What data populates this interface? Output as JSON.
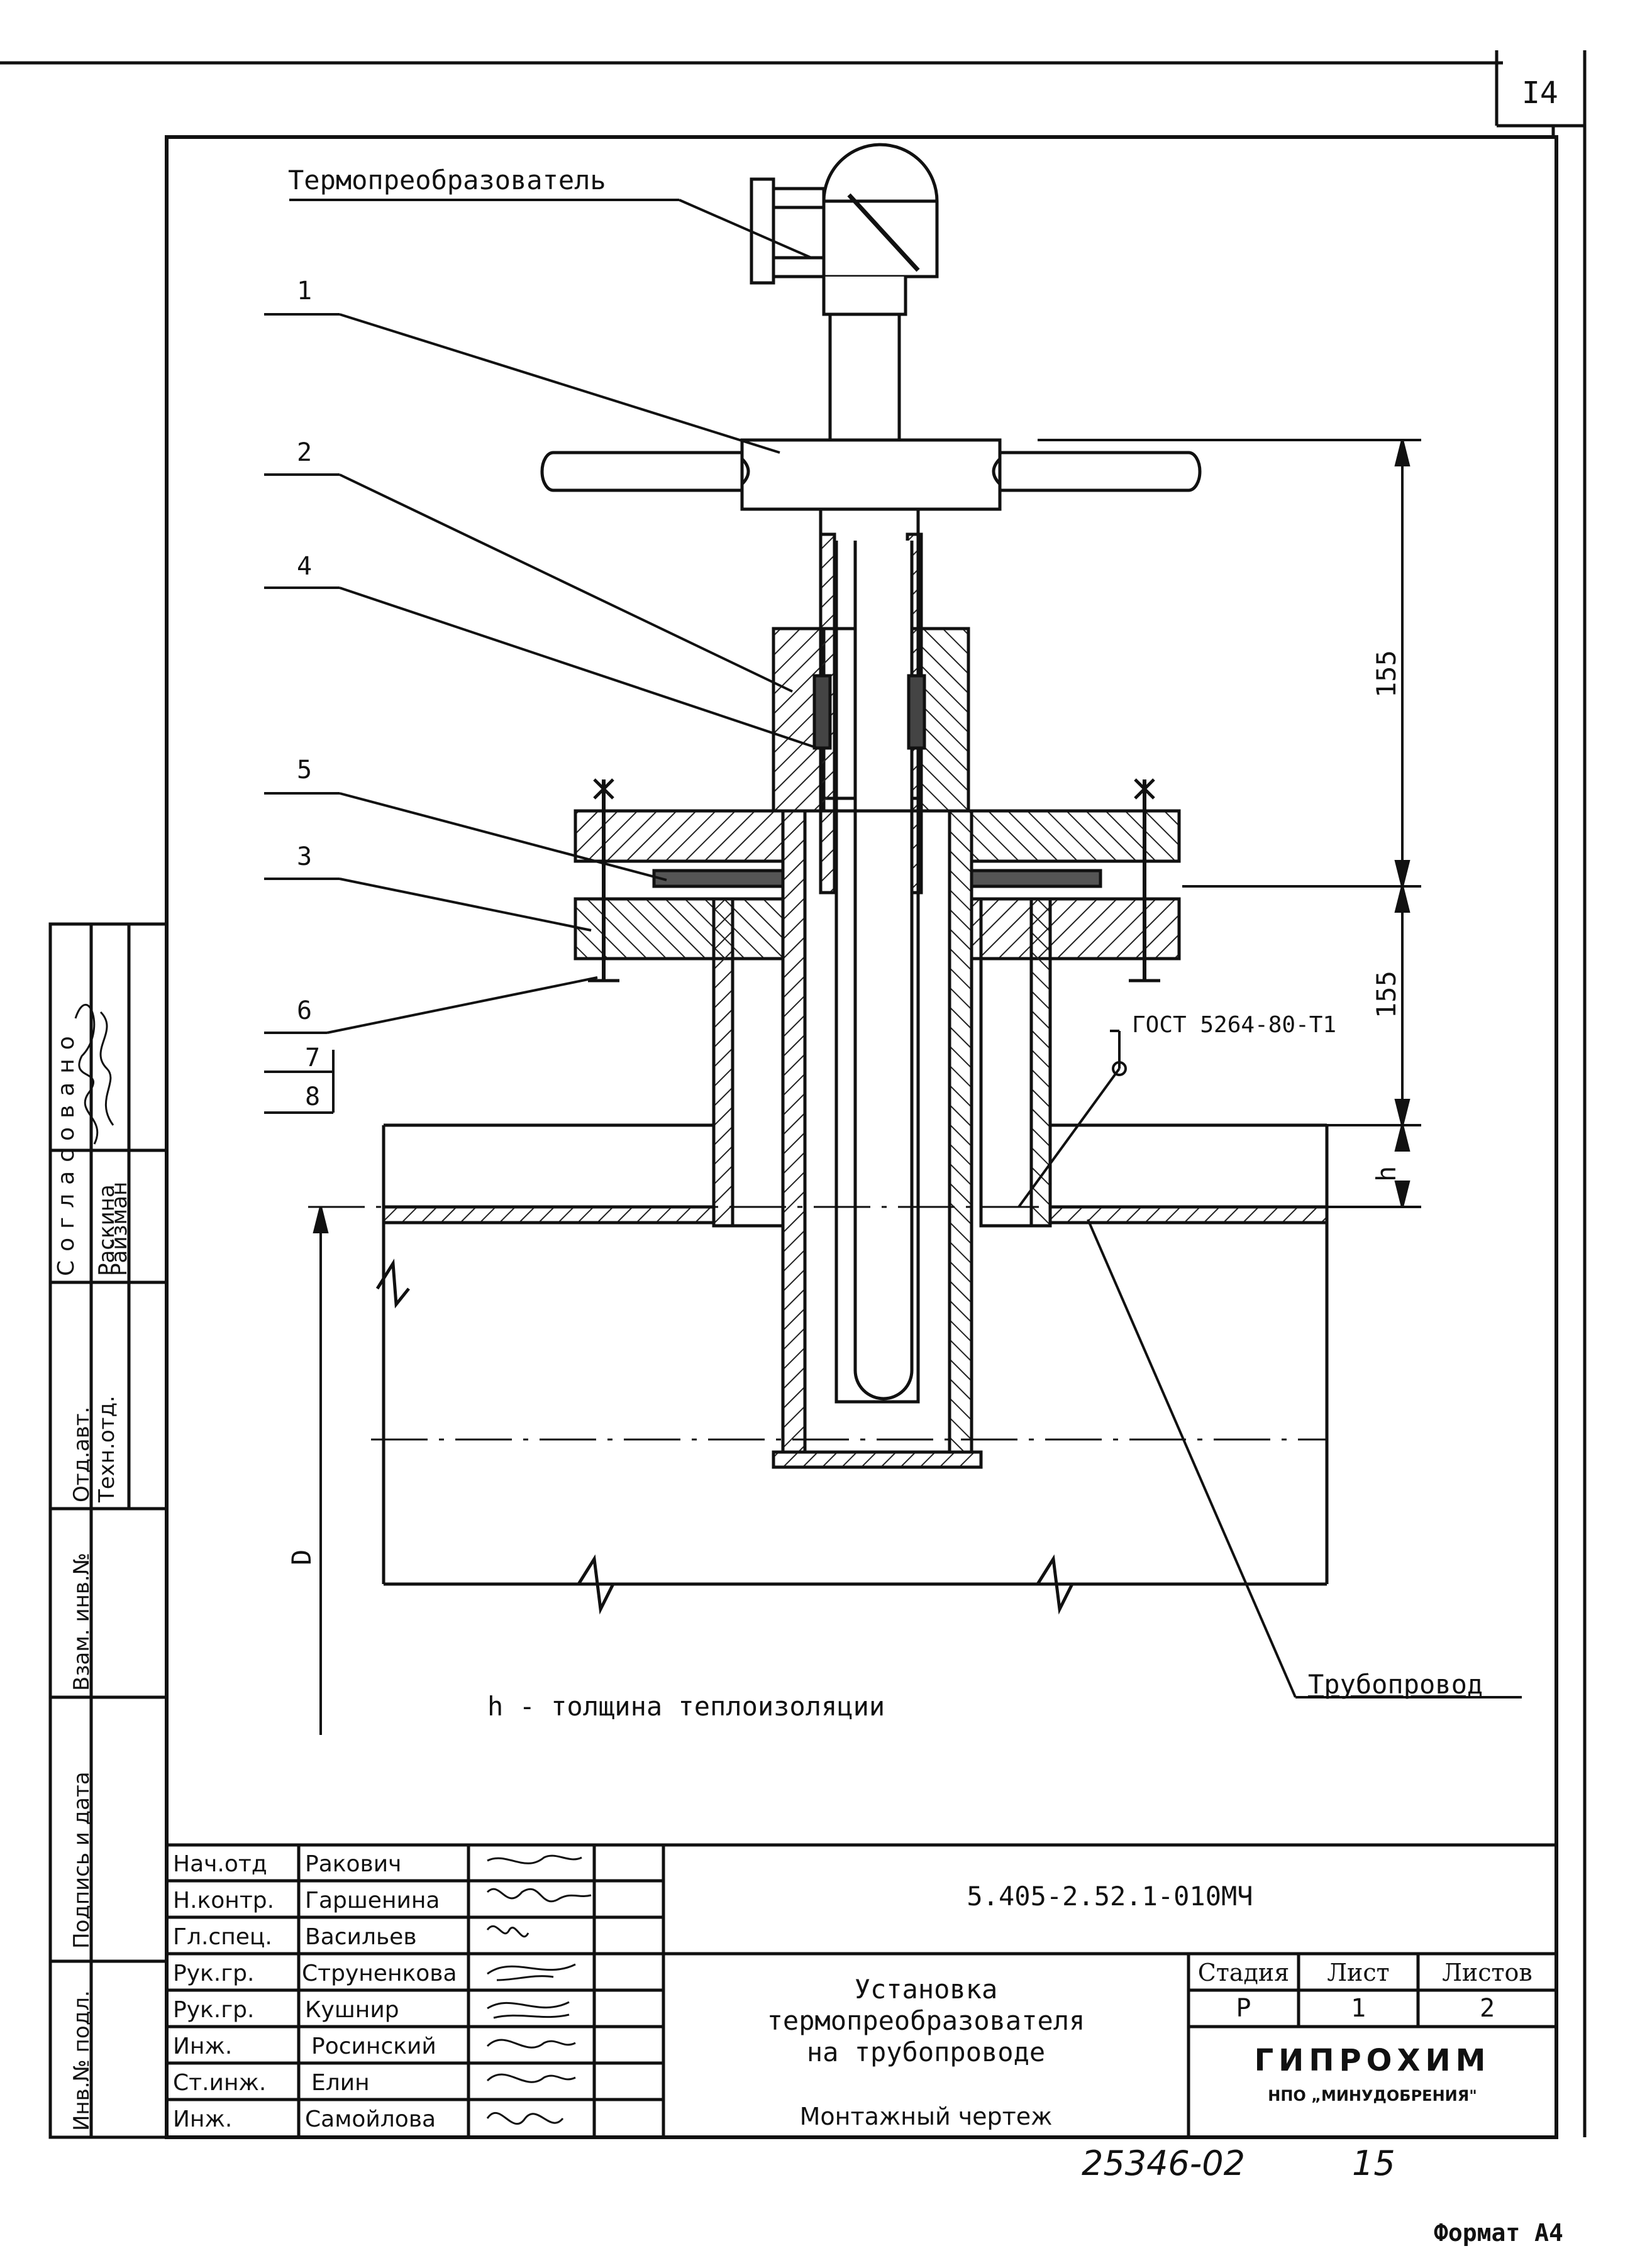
{
  "sheet": {
    "number": "I4",
    "format": "Формат А4",
    "handwritten_number": "25346-02",
    "handwritten_page": "15"
  },
  "drawing": {
    "callout_top": "Термопреобразователь",
    "callout_pipe": "Трубопровод",
    "weld_note": "ГОСТ 5264-80-Т1",
    "note": "h - толщина теплоизоляции",
    "positions": [
      "1",
      "2",
      "4",
      "5",
      "3",
      "6",
      "7",
      "8"
    ],
    "dim_upper": "155",
    "dim_lower": "155",
    "dim_h": "h",
    "dim_D": "D"
  },
  "left_stamp": {
    "soglasovano": "Согласовано",
    "row1_role": "Отд.авт.",
    "row1_name": "Раскина",
    "row2_role": "Техн.отд.",
    "row2_name": "Райзман",
    "vzam": "Взам. инв.№",
    "podpis": "Подпись и дата",
    "inv": "Инв.№ подл."
  },
  "title_block": {
    "people": [
      {
        "role": "Нач.отд",
        "name": "Ракович"
      },
      {
        "role": "Н.контр.",
        "name": "Гаршенина"
      },
      {
        "role": "Гл.спец.",
        "name": "Васильев"
      },
      {
        "role": "Рук.гр.",
        "name": "Струненкова"
      },
      {
        "role": "Рук.гр.",
        "name": "Кушнир"
      },
      {
        "role": "Инж.",
        "name": "Росинский"
      },
      {
        "role": "Ст.инж.",
        "name": "Елин"
      },
      {
        "role": "Инж.",
        "name": "Самойлова"
      }
    ],
    "doc_code": "5.405-2.52.1-010МЧ",
    "title_line1": "Установка",
    "title_line2": "термопреобразователя",
    "title_line3": "на трубопроводе",
    "subtitle": "Монтажный чертеж",
    "stage_header": "Стадия",
    "sheet_header": "Лист",
    "sheets_header": "Листов",
    "stage": "Р",
    "sheet": "1",
    "sheets": "2",
    "org": "ГИПРОХИМ",
    "org_sub": "НПО „МИНУДОБРЕНИЯ\""
  }
}
